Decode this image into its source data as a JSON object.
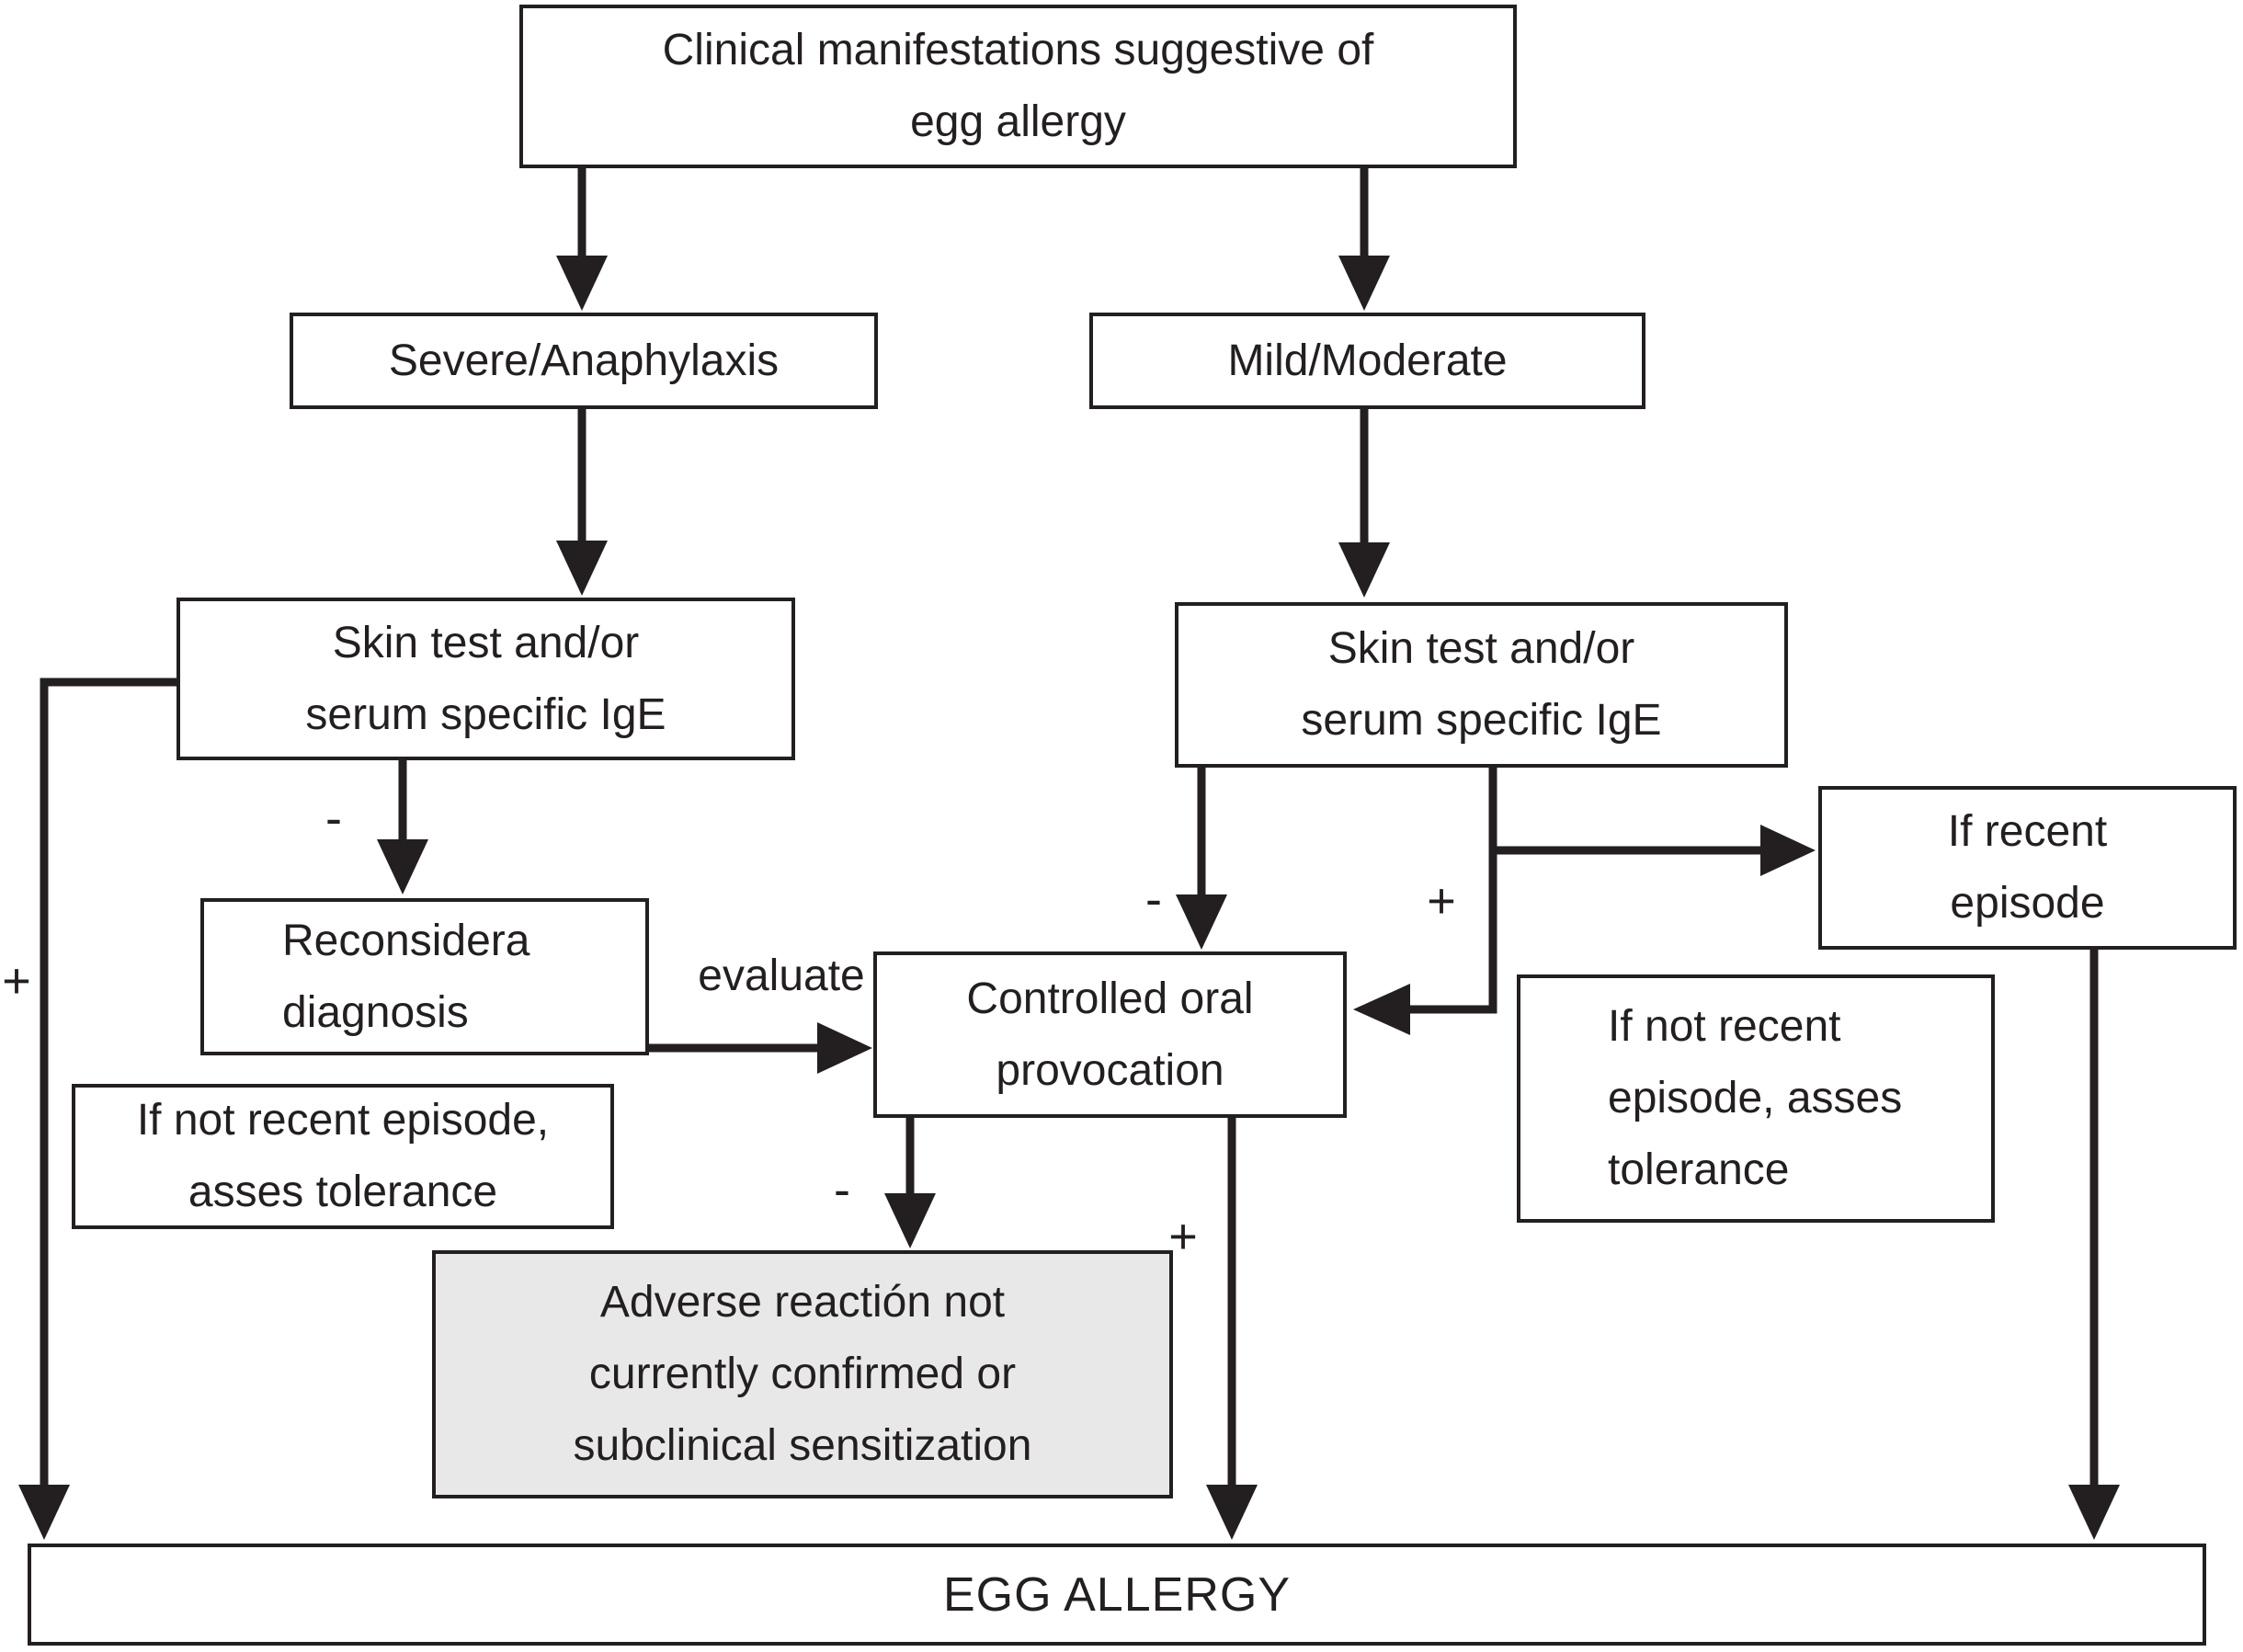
{
  "diagram": {
    "nodes": {
      "clinical": {
        "lines": [
          "Clinical manifestations suggestive of",
          "egg allergy"
        ]
      },
      "severe": {
        "lines": [
          "Severe/Anaphylaxis"
        ]
      },
      "mild": {
        "lines": [
          "Mild/Moderate"
        ]
      },
      "skin_left": {
        "lines": [
          "Skin test and/or",
          "serum specific IgE"
        ]
      },
      "skin_right": {
        "lines": [
          "Skin test and/or",
          "serum specific IgE"
        ]
      },
      "if_recent": {
        "lines": [
          "If recent",
          "episode"
        ]
      },
      "reconsider": {
        "lines": [
          "Reconsidera",
          "diagnosis"
        ]
      },
      "controlled": {
        "lines": [
          "Controlled oral",
          "provocation"
        ]
      },
      "if_not_recent_left": {
        "lines": [
          "If not recent episode,",
          "asses tolerance"
        ]
      },
      "if_not_recent_right": {
        "lines": [
          "If not recent",
          "episode, asses",
          "tolerance"
        ]
      },
      "adverse": {
        "lines": [
          "Adverse reactión not",
          "currently confirmed or",
          "subclinical sensitization"
        ]
      },
      "egg_allergy": {
        "lines": [
          "EGG ALLERGY"
        ]
      }
    },
    "edge_labels": {
      "skin_left_negative": "-",
      "skin_left_positive": "+",
      "evaluate": "evaluate",
      "skin_right_negative": "-",
      "skin_right_positive": "+",
      "provocation_negative": "-",
      "provocation_positive": "+"
    },
    "colors": {
      "line": "#231f20",
      "node_fill": "#ffffff",
      "shaded_node_fill": "#e9e8e8",
      "background": "#ffffff"
    }
  }
}
